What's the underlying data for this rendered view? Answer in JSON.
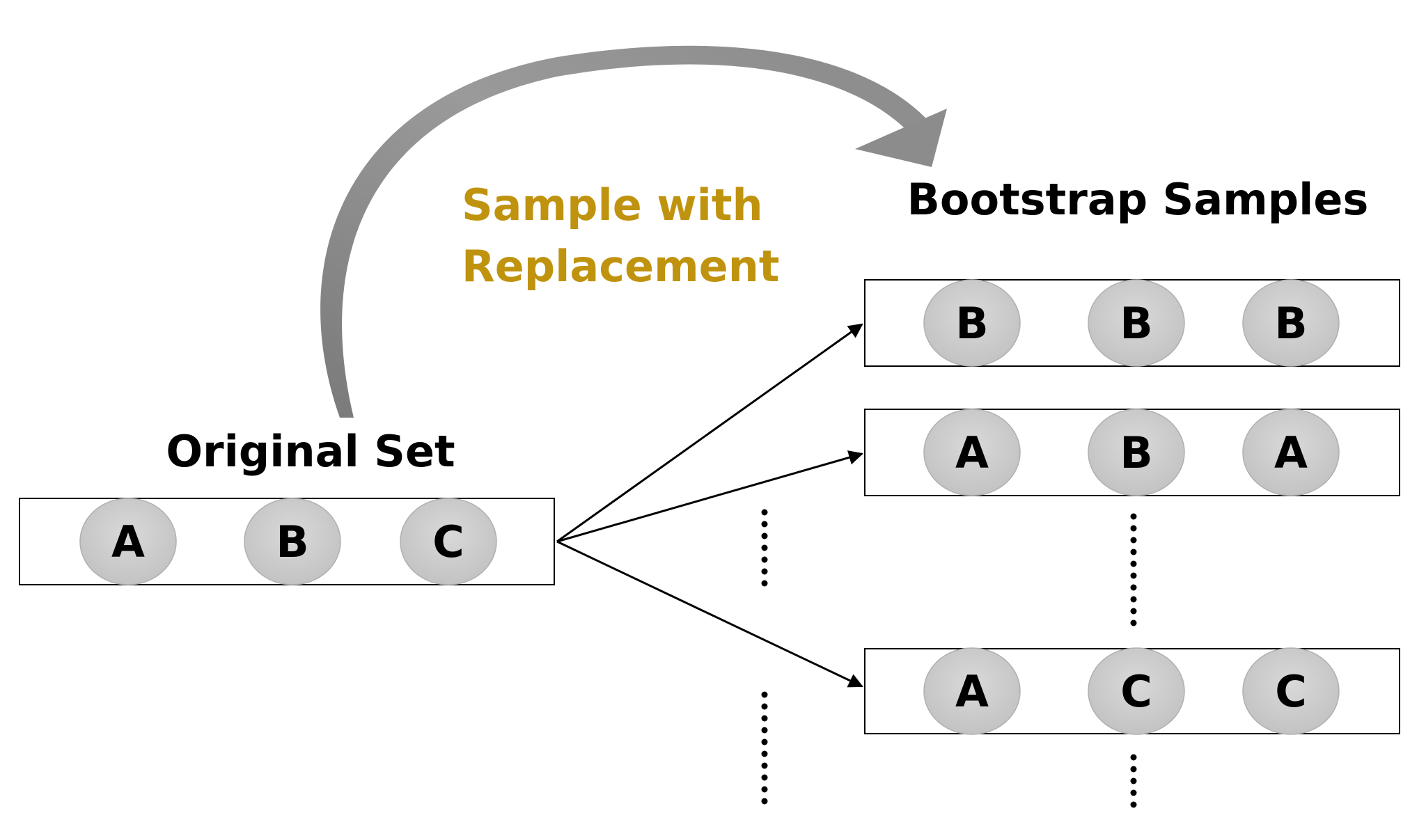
{
  "arc_label": {
    "line1": "Sample with",
    "line2": "Replacement",
    "color": "#c0930f"
  },
  "original": {
    "title": "Original Set",
    "items": [
      "A",
      "B",
      "C"
    ]
  },
  "bootstrap": {
    "title": "Bootstrap Samples",
    "samples": [
      {
        "items": [
          "B",
          "B",
          "B"
        ]
      },
      {
        "items": [
          "A",
          "B",
          "A"
        ]
      },
      {
        "items": [
          "A",
          "C",
          "C"
        ]
      }
    ]
  },
  "colors": {
    "circle_fill": "#cfcfcf",
    "arrow_gray": "#8c8c8c"
  }
}
